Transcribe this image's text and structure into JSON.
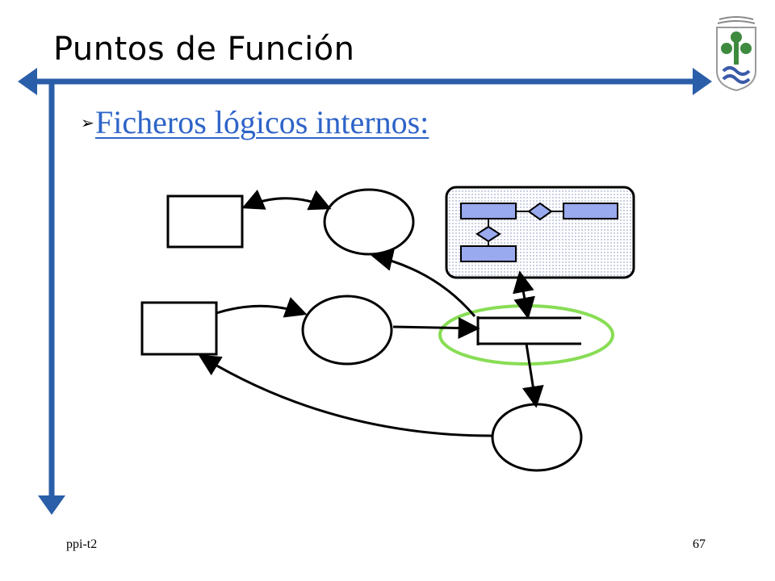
{
  "slide": {
    "title": "Puntos de Función",
    "bullet": "Ficheros lógicos internos:",
    "footer_left": "ppi-t2",
    "page_number": "67"
  },
  "colors": {
    "frame_blue": "#2a5ea8",
    "link_blue": "#2e64c8",
    "highlight_green": "#88dd55",
    "entity_fill": "#99aaee",
    "panel_dots": "#7a86b8",
    "emblem_green": "#3e8a3e",
    "emblem_blue": "#3a5aa8"
  },
  "diagram": {
    "external_entities": 2,
    "processes": 3,
    "data_store": "internal-logical-file",
    "data_model_panel": "entity-relationship"
  }
}
